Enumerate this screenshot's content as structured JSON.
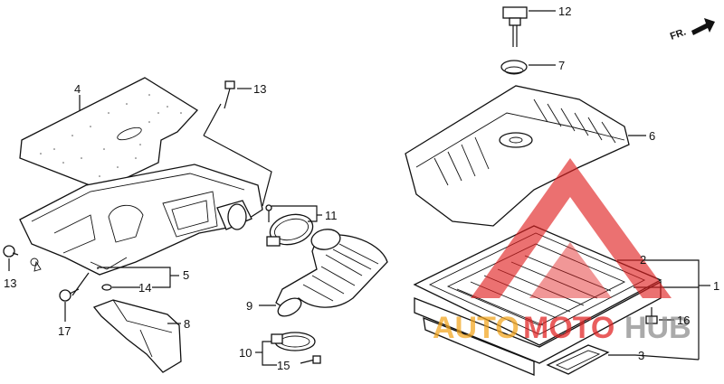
{
  "direction_label": "FR.",
  "callouts": {
    "c1": "1",
    "c2": "2",
    "c3": "3",
    "c4": "4",
    "c5": "5",
    "c6": "6",
    "c7": "7",
    "c8": "8",
    "c9": "9",
    "c10": "10",
    "c11": "11",
    "c12": "12",
    "c13a": "13",
    "c13b": "13",
    "c14": "14",
    "c15": "15",
    "c16": "16",
    "c17": "17"
  },
  "watermark": {
    "text_auto": "AUTO",
    "text_moto": "MOTO",
    "text_hub": "HUB",
    "color_red": "#e02020",
    "color_orange": "#f2a31b",
    "color_gray": "#8a8a8a"
  }
}
